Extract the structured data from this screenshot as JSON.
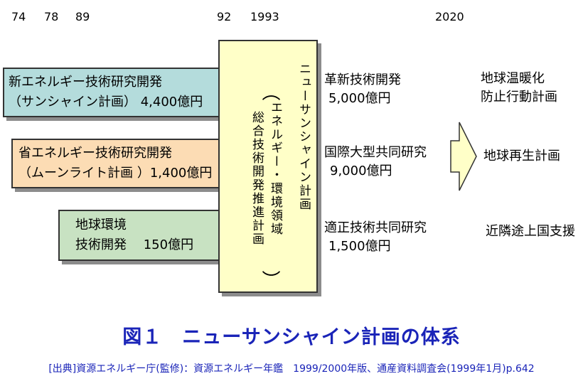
{
  "years": [
    "74",
    "78",
    "89",
    "92",
    "1993",
    "2020"
  ],
  "predecessors": [
    {
      "line1": "新エネルギー技術研究開発",
      "line2": "（サンシャイン計画） 4,400億円"
    },
    {
      "line1": "省エネルギー技術研究開発",
      "line2": "（ムーンライト計画 ）1,400億円"
    },
    {
      "line1": "地球環境",
      "line2": "技術開発　 150億円"
    }
  ],
  "program": {
    "name": "ニューサンシャイン計画",
    "subtitle": "エネルギー・環境領域",
    "subtitle2": "総合技術開発推進計画",
    "paren_open": "（",
    "paren_close": "）"
  },
  "projects": [
    {
      "name": "革新技術開発",
      "amount": "5,000億円"
    },
    {
      "name": "国際大型共同研究",
      "amount": "9,000億円"
    },
    {
      "name": "適正技術共同研究",
      "amount": "1,500億円"
    }
  ],
  "goals": {
    "warming_line1": "地球温暖化",
    "warming_line2": "防止行動計画",
    "regen": "地球再生計画",
    "support": "近隣途上国支援"
  },
  "caption": {
    "title": "図１　ニューサンシャイン計画の体系",
    "source": "[出典]資源エネルギー庁(監修)：資源エネルギー年鑑　1999/2000年版、通産資料調査会(1999年1月)p.642"
  },
  "colors": {
    "box1": "#b4dcdc",
    "box2": "#fcdcb4",
    "box3": "#c8e2c2",
    "program": "#ffffc8",
    "caption": "#1a24b8"
  }
}
